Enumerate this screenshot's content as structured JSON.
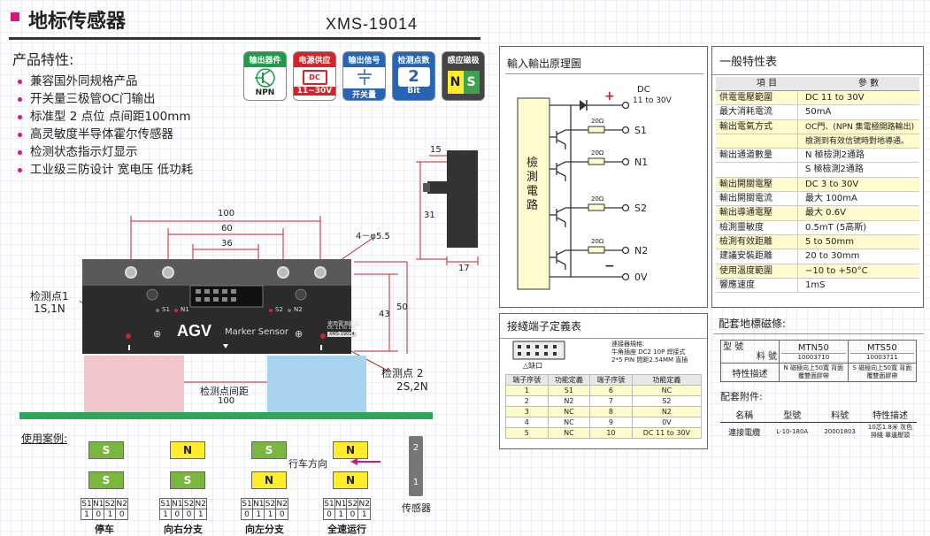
{
  "header": {
    "title": "地标传感器",
    "model": "XMS-19014"
  },
  "features": {
    "title": "产品特性:",
    "items": [
      "兼容国外同规格产品",
      "开关量三极管OC门输出",
      "标准型 2 点位  点间距100mm",
      "高灵敏度半导体霍尔传感器",
      "检测状态指示灯显示",
      "工业级三防设计  宽电压  低功耗"
    ]
  },
  "spec_icons": [
    {
      "top": "输出器件",
      "bottom": "NPN",
      "color": "#1f9a48"
    },
    {
      "top": "电源供应",
      "mid": "DC",
      "bottom": "11~30V",
      "color": "#d3242a"
    },
    {
      "top": "输出信号",
      "bottom": "开关量",
      "color": "#2764b4"
    },
    {
      "top": "检测点数",
      "mid": "2",
      "bottom": "Bit",
      "color": "#2764b4"
    },
    {
      "top": "感应磁极",
      "left": "N",
      "right": "S",
      "color": "#444444"
    }
  ],
  "drawing": {
    "dim_100": "100",
    "dim_60": "60",
    "dim_36": "36",
    "dim_15": "15",
    "dim_31": "31",
    "dim_17": "17",
    "dim_43": "43",
    "dim_50": "50",
    "holes": "4－φ5.5",
    "point1_label": "检测点1",
    "point1_sub": "1S,1N",
    "point2_label": "检测点 2",
    "point2_sub": "2S,2N",
    "spacing_label": "检测点间距",
    "spacing_value": "100",
    "led_s1": "S1",
    "led_n1": "N1",
    "led_s2": "S2",
    "led_n2": "N2",
    "brand": "AGV",
    "brand_sub": "Marker Sensor",
    "plate_line1": "使用電源範圍",
    "plate_line2": "DC 11 to 30V",
    "plate_model": "XMS-19014"
  },
  "usage": {
    "title": "使用案例:",
    "direction_label": "行车方向",
    "sensor_label": "传感器",
    "sensor_top": "2",
    "sensor_bottom": "1",
    "table_headers": [
      "S1",
      "N1",
      "S2",
      "N2"
    ],
    "cases": [
      {
        "name": "停车",
        "top": "S",
        "bottom": "S",
        "top_color": "g",
        "bottom_color": "g",
        "bits": [
          "1",
          "0",
          "1",
          "0"
        ]
      },
      {
        "name": "向右分支",
        "top": "N",
        "bottom": "S",
        "top_color": "y",
        "bottom_color": "g",
        "bits": [
          "1",
          "0",
          "0",
          "1"
        ]
      },
      {
        "name": "向左分支",
        "top": "S",
        "bottom": "N",
        "top_color": "g",
        "bottom_color": "y",
        "bits": [
          "0",
          "1",
          "1",
          "0"
        ]
      },
      {
        "name": "全速运行",
        "top": "N",
        "bottom": "N",
        "top_color": "y",
        "bottom_color": "y",
        "bits": [
          "0",
          "1",
          "0",
          "1"
        ]
      }
    ]
  },
  "circuit": {
    "title": "輸入輸出原理圖",
    "box_label": "檢測電路",
    "dc_label": "DC",
    "dc_range": "11 to 30V",
    "plus": "+",
    "minus": "−",
    "resistor": "20Ω",
    "outputs": [
      "S1",
      "N1",
      "S2",
      "N2"
    ],
    "ground": "0V"
  },
  "general_specs": {
    "title": "一般特性表",
    "col_item": "項  目",
    "col_value": "參  數",
    "rows": [
      {
        "k": "供電電壓範圍",
        "v": "DC  11  to  30V"
      },
      {
        "k": "最大消耗電流",
        "v": "50mA"
      },
      {
        "k": "輸出電氣方式",
        "v": "OC門、(NPN 集電極開路輸出)"
      },
      {
        "k": "",
        "v": "檢測到有效信號時對地導通。"
      },
      {
        "k": "輸出通道數量",
        "v": "N 極檢測2通路"
      },
      {
        "k": "",
        "v": "S 極檢測2通路"
      },
      {
        "k": "輸出開關電壓",
        "v": "DC  3  to  30V"
      },
      {
        "k": "輸出開關電流",
        "v": "最大 100mA"
      },
      {
        "k": "輸出導通電壓",
        "v": "最大 0.6V"
      },
      {
        "k": "檢測靈敏度",
        "v": "0.5mT (5高斯)"
      },
      {
        "k": "檢測有效距離",
        "v": "5 to 50mm"
      },
      {
        "k": "建議安裝距離",
        "v": "20 to 30mm"
      },
      {
        "k": "使用溫度範圍",
        "v": "−10 to +50°C"
      },
      {
        "k": "響應速度",
        "v": "1mS"
      }
    ]
  },
  "terminal": {
    "title": "接綫端子定義表",
    "connector_label": "△缺口",
    "spec_title": "連接器規格:",
    "spec_line1": "牛角插座 DC2 10P 焊接式",
    "spec_line2": "2*5 PIN 間距2.54MM 直插",
    "headers": [
      "端子序號",
      "功能定義",
      "端子序號",
      "功能定義"
    ],
    "rows": [
      [
        "1",
        "S1",
        "6",
        "NC"
      ],
      [
        "2",
        "N2",
        "7",
        "S2"
      ],
      [
        "3",
        "NC",
        "8",
        "N2"
      ],
      [
        "4",
        "NC",
        "9",
        "0V"
      ],
      [
        "5",
        "NC",
        "10",
        "DC 11 to 30V"
      ]
    ]
  },
  "magnet": {
    "title": "配套地標磁條:",
    "corner_top": "型  號",
    "corner_bottom": "料  號",
    "row_label": "特性描述",
    "items": [
      {
        "model": "MTN50",
        "part": "10003710",
        "desc": "N 磁極向上50寬 背面覆雙面膠帶"
      },
      {
        "model": "MTS50",
        "part": "10003711",
        "desc": "S 磁極向上50寬 背面覆雙面膠帶"
      }
    ]
  },
  "accessory": {
    "title": "配套附件:",
    "headers": [
      "名稱",
      "型號",
      "料號",
      "特性描述"
    ],
    "row": [
      "連接電纜",
      "L-10-180A",
      "20001803",
      "10芯1.8米 灰色排綫 單邊壓頭"
    ]
  }
}
